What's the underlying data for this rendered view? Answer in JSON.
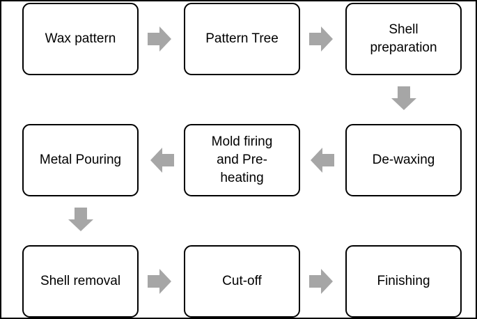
{
  "steps": [
    {
      "label": "Wax pattern"
    },
    {
      "label": "Pattern Tree"
    },
    {
      "label": "Shell\npreparation"
    },
    {
      "label": "De-waxing"
    },
    {
      "label": "Mold firing\nand Pre-\nheating"
    },
    {
      "label": "Metal Pouring"
    },
    {
      "label": "Shell removal"
    },
    {
      "label": "Cut-off"
    },
    {
      "label": "Finishing"
    }
  ],
  "colors": {
    "box_border": "#000000",
    "arrow_fill": "#a6a6a6",
    "text": "#000000",
    "background": "#ffffff"
  },
  "arrows": [
    {
      "direction": "right"
    },
    {
      "direction": "right"
    },
    {
      "direction": "down"
    },
    {
      "direction": "left"
    },
    {
      "direction": "left"
    },
    {
      "direction": "down"
    },
    {
      "direction": "right"
    },
    {
      "direction": "right"
    }
  ]
}
